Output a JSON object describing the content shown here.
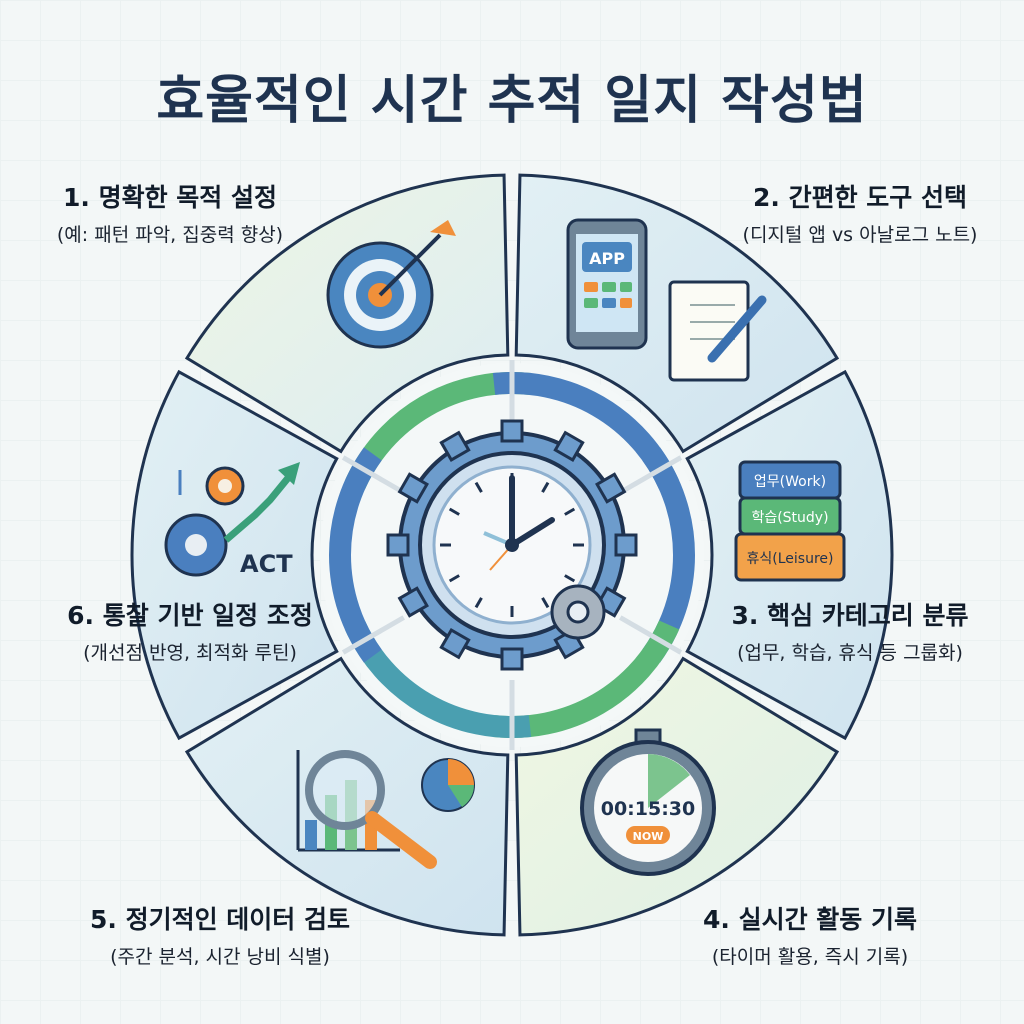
{
  "title": "효율적인 시간 추적 일지 작성법",
  "steps": [
    {
      "heading": "1. 명확한 목적 설정",
      "sub": "(예: 패턴 파악, 집중력 향상)",
      "icon": "target-icon"
    },
    {
      "heading": "2. 간편한 도구 선택",
      "sub": "(디지털 앱 vs 아날로그 노트)",
      "icon": "phone-notebook-icon"
    },
    {
      "heading": "3. 핵심 카테고리 분류",
      "sub": "(업무, 학습, 휴식 등 그룹화)",
      "icon": "folders-icon"
    },
    {
      "heading": "4. 실시간 활동 기록",
      "sub": "(타이머 활용, 즉시 기록)",
      "icon": "stopwatch-icon"
    },
    {
      "heading": "5. 정기적인 데이터 검토",
      "sub": "(주간 분석, 시간 낭비 식별)",
      "icon": "magnifier-chart-icon"
    },
    {
      "heading": "6. 통찰 기반 일정 조정",
      "sub": "(개선점 반영, 최적화 루틴)",
      "icon": "gears-arrow-icon"
    }
  ],
  "icon_labels": {
    "app": "APP",
    "folders": [
      "업무(Work)",
      "학습(Study)",
      "휴식(Leisure)"
    ],
    "stopwatch_time": "00:15:30",
    "stopwatch_badge": "NOW",
    "act": "ACT"
  },
  "colors": {
    "outline": "#1f3350",
    "blue": "#4a7fbf",
    "green": "#5bb878",
    "orange": "#f0903a"
  }
}
